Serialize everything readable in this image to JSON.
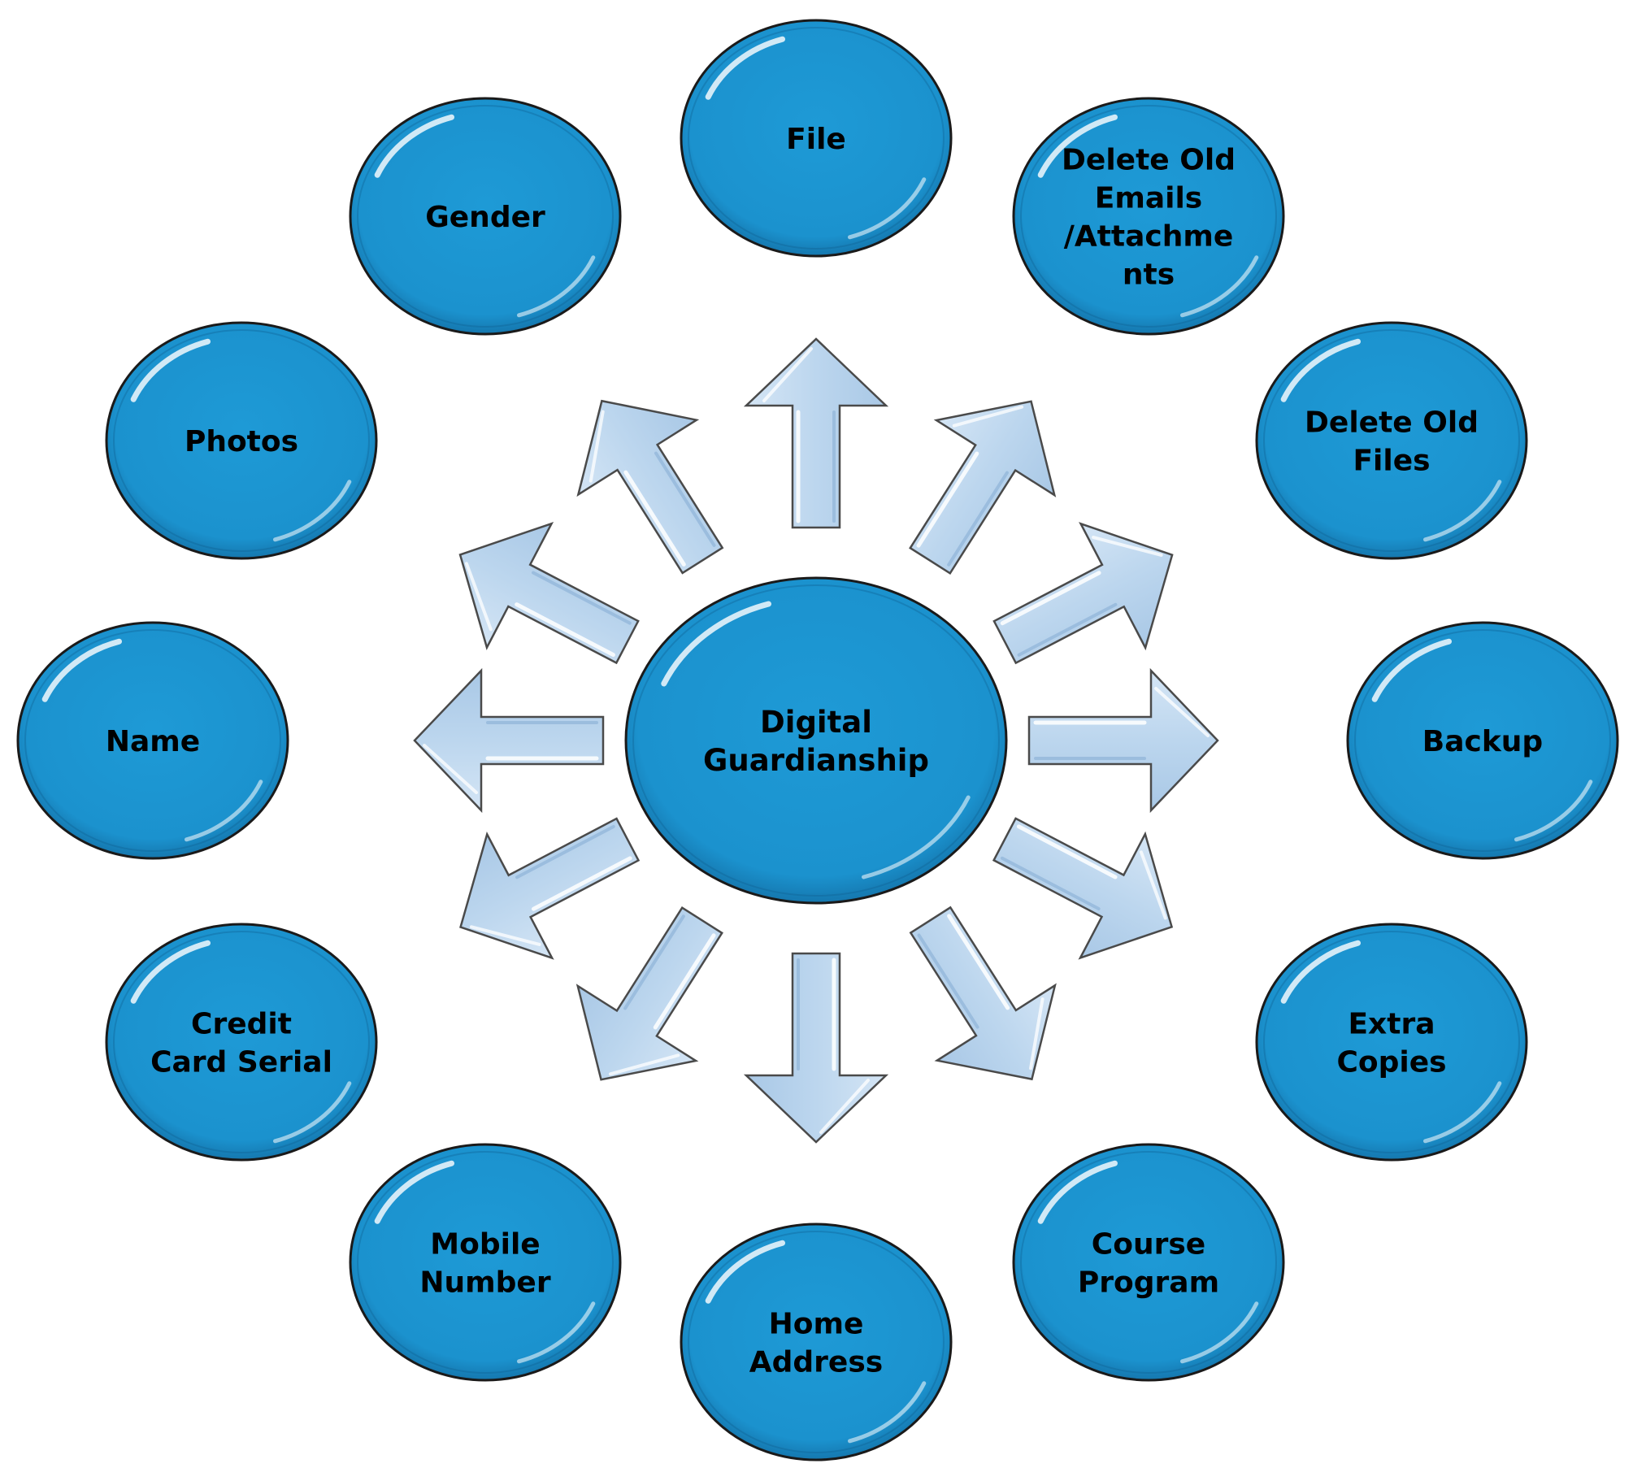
{
  "colors": {
    "node_fill": "#1E9AD6",
    "node_outline": "#1a1a1a",
    "arrow_fill": "#BCD6EE",
    "arrow_outline": "#4a4a4a",
    "text": "#000000"
  },
  "center": {
    "label_lines": [
      "Digital",
      "Guardianship"
    ]
  },
  "nodes": [
    {
      "id": "file",
      "label_lines": [
        "File"
      ]
    },
    {
      "id": "delete-old-emails",
      "label_lines": [
        "Delete Old",
        "Emails",
        "/Attachme",
        "nts"
      ]
    },
    {
      "id": "delete-old-files",
      "label_lines": [
        "Delete Old",
        "Files"
      ]
    },
    {
      "id": "backup",
      "label_lines": [
        "Backup"
      ]
    },
    {
      "id": "extra-copies",
      "label_lines": [
        "Extra",
        "Copies"
      ]
    },
    {
      "id": "course-program",
      "label_lines": [
        "Course",
        "Program"
      ]
    },
    {
      "id": "home-address",
      "label_lines": [
        "Home",
        "Address"
      ]
    },
    {
      "id": "mobile-number",
      "label_lines": [
        "Mobile",
        "Number"
      ]
    },
    {
      "id": "credit-card-serial",
      "label_lines": [
        "Credit",
        "Card Serial"
      ]
    },
    {
      "id": "name",
      "label_lines": [
        "Name"
      ]
    },
    {
      "id": "photos",
      "label_lines": [
        "Photos"
      ]
    },
    {
      "id": "gender",
      "label_lines": [
        "Gender"
      ]
    }
  ]
}
